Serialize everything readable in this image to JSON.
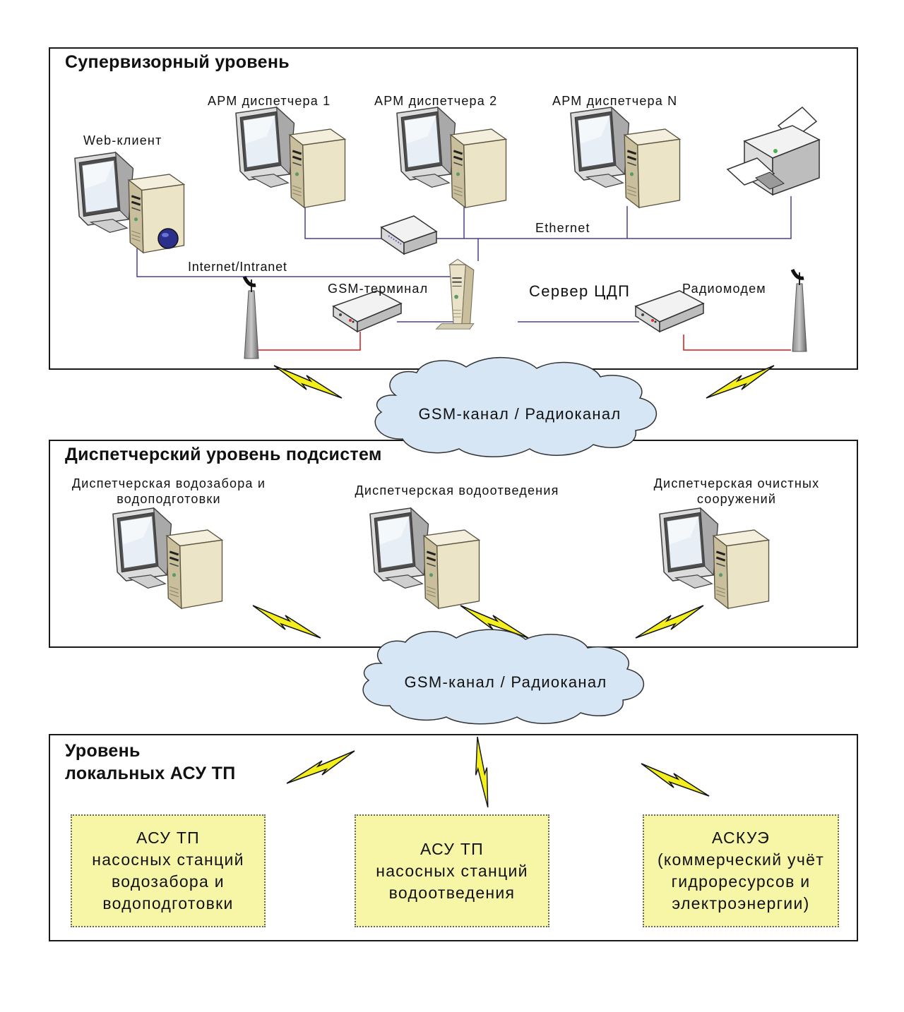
{
  "supervisory": {
    "title": "Супервизорный уровень",
    "web_client": "Web-клиент",
    "arm1": "АРМ диспетчера 1",
    "arm2": "АРМ диспетчера 2",
    "armn": "АРМ диспетчера N",
    "ethernet": "Ethernet",
    "internet": "Internet/Intranet",
    "gsm_terminal": "GSM-терминал",
    "server": "Сервер ЦДП",
    "radiomodem": "Радиомодем"
  },
  "channel1": "GSM-канал / Радиоканал",
  "dispatch": {
    "title": "Диспетчерский уровень подсистем",
    "d1_line1": "Диспетчерская водозабора и",
    "d1_line2": "водоподготовки",
    "d2": "Диспетчерская водоотведения",
    "d3_line1": "Диспетчерская очистных",
    "d3_line2": "сооружений"
  },
  "channel2": "GSM-канал / Радиоканал",
  "local": {
    "title_line1": "Уровень",
    "title_line2": "локальных АСУ ТП",
    "box1": [
      "АСУ ТП",
      "насосных станций",
      "водозабора и",
      "водоподготовки"
    ],
    "box2": [
      "АСУ ТП",
      "насосных станций",
      "водоотведения"
    ],
    "box3": [
      "АСКУЭ",
      "(коммерческий учёт",
      "гидроресурсов и",
      "электроэнергии)"
    ]
  },
  "colors": {
    "cloud": "#d6e6f5",
    "yellow_box": "#f7f5a6",
    "lightning": "#f3ef1c",
    "network_line": "#4b3f8e",
    "radio_line": "#d11a1a"
  },
  "icons": [
    "workstation-icon",
    "printer-icon",
    "switch-icon",
    "modem-icon",
    "antenna-icon",
    "lightning-icon",
    "cloud-icon",
    "globe-icon"
  ]
}
